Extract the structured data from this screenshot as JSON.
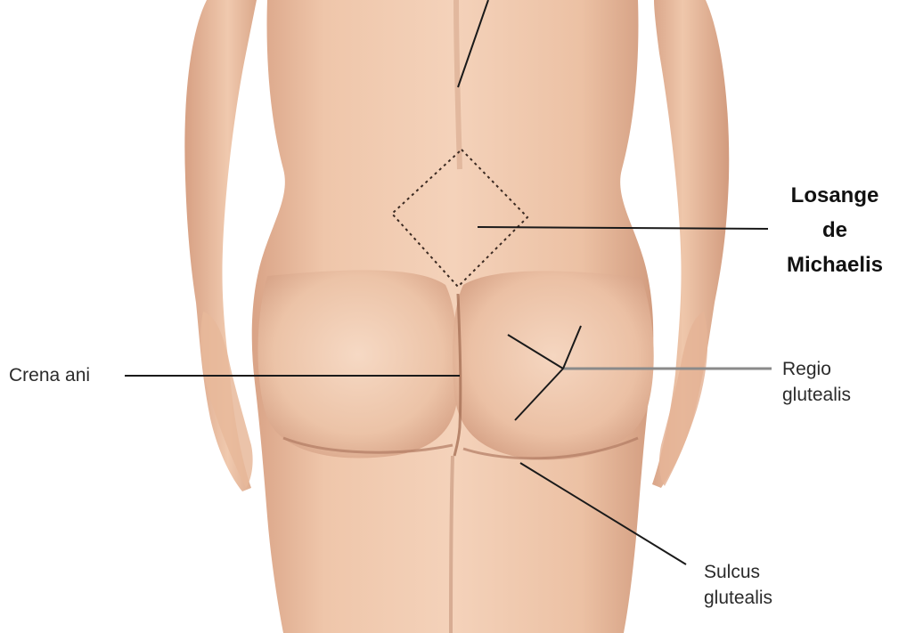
{
  "labels": {
    "losange": [
      "Losange",
      "de",
      "Michaelis"
    ],
    "crena": "Crena ani",
    "regio": [
      "Regio",
      "glutealis"
    ],
    "sulcus": [
      "Sulcus",
      "glutealis"
    ]
  },
  "colors": {
    "background": "#ffffff",
    "skin_light": "#f2cdb2",
    "skin_mid": "#e2b092",
    "skin_shadow": "#b9836a",
    "leader_dark": "#1a1a1a",
    "leader_grey": "#8a8a8a"
  }
}
